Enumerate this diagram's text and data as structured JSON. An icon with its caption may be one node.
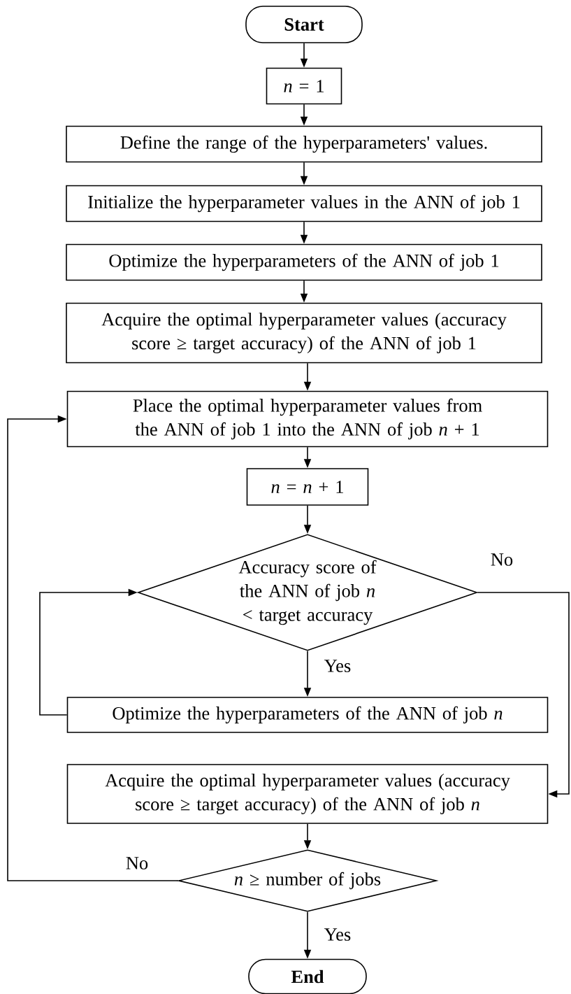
{
  "diagram": {
    "nodes": [
      {
        "text": [
          "**Start**"
        ]
      },
      {
        "text": [
          "*n* = 1"
        ]
      },
      {
        "text": [
          "Define the range of the hyperparameters' values."
        ]
      },
      {
        "text": [
          "Initialize the hyperparameter values in the ANN of job 1"
        ]
      },
      {
        "text": [
          "Optimize the hyperparameters of the ANN of job 1"
        ]
      },
      {
        "text": [
          "Acquire the optimal hyperparameter values (accuracy score ≥ target accuracy) of the ANN of job 1"
        ]
      },
      {
        "text": [
          "Place the optimal hyperparameter values from the ANN of job 1 into the ANN of job *n* + 1"
        ]
      },
      {
        "text": [
          "*n* = *n* + 1"
        ]
      },
      {
        "text": [
          "Accuracy score of the ANN of job *n* < target accuracy"
        ]
      },
      {
        "text": [
          "Optimize the hyperparameters of the ANN of job *n*"
        ]
      },
      {
        "text": [
          "Acquire the optimal hyperparameter values (accuracy score ≥ target accuracy) of the ANN of job *n*"
        ]
      },
      {
        "text": [
          "*n* ≥ number of jobs"
        ]
      },
      {
        "text": [
          "**End**"
        ]
      }
    ],
    "edges": [
      {
        "from": 0,
        "to": 1,
        "arrow": "to"
      },
      {
        "from": 1,
        "to": 2,
        "arrow": "to"
      },
      {
        "from": 2,
        "to": 3,
        "arrow": "to"
      },
      {
        "from": 3,
        "to": 4,
        "arrow": "to"
      },
      {
        "from": 4,
        "to": 5,
        "arrow": "to"
      },
      {
        "from": 5,
        "to": 6,
        "arrow": "to"
      },
      {
        "from": 6,
        "to": 7,
        "arrow": "to"
      },
      {
        "from": 7,
        "to": 8,
        "arrow": "to"
      },
      {
        "from": 8,
        "to": 9,
        "arrow": "to",
        "label": "Yes"
      },
      {
        "from": 9,
        "to": 8,
        "arrow": "to"
      },
      {
        "from": 8,
        "to": 10,
        "arrow": "to",
        "label": "No"
      },
      {
        "from": 10,
        "to": 11,
        "arrow": "to"
      },
      {
        "from": 11,
        "to": 6,
        "arrow": "to",
        "label": "No"
      },
      {
        "from": 11,
        "to": 12,
        "arrow": "to",
        "label": "Yes"
      }
    ]
  }
}
